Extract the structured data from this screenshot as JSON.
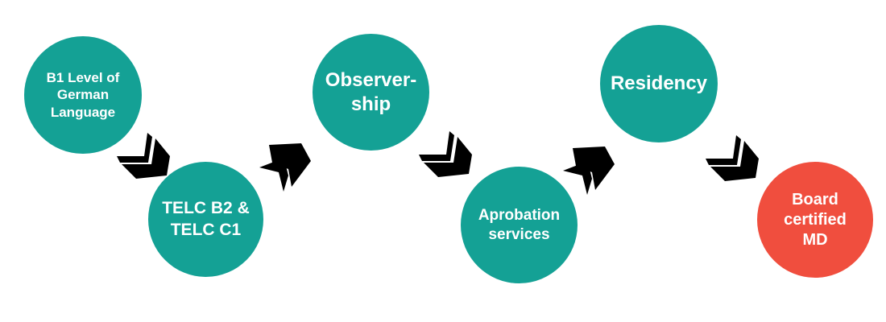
{
  "title": "Pathway to becoming a board certified MD in Germany",
  "colors": {
    "step": "#14a195",
    "final_step": "#f04e3e",
    "arrow": "#000000",
    "text": "#ffffff"
  },
  "steps": [
    {
      "label": "B1 Level of\nGerman\nLanguage"
    },
    {
      "label": "TELC B2 &\nTELC C1"
    },
    {
      "label": "Observer-\nship"
    },
    {
      "label": "Aprobation\nservices"
    },
    {
      "label": "Residency"
    },
    {
      "label": "Board\ncertified\nMD"
    }
  ],
  "arrows": [
    {
      "icon": "double-chevron-down-right-icon"
    },
    {
      "icon": "double-chevron-up-right-icon"
    },
    {
      "icon": "double-chevron-down-right-icon"
    },
    {
      "icon": "double-chevron-up-right-icon"
    },
    {
      "icon": "double-chevron-down-right-icon"
    }
  ]
}
